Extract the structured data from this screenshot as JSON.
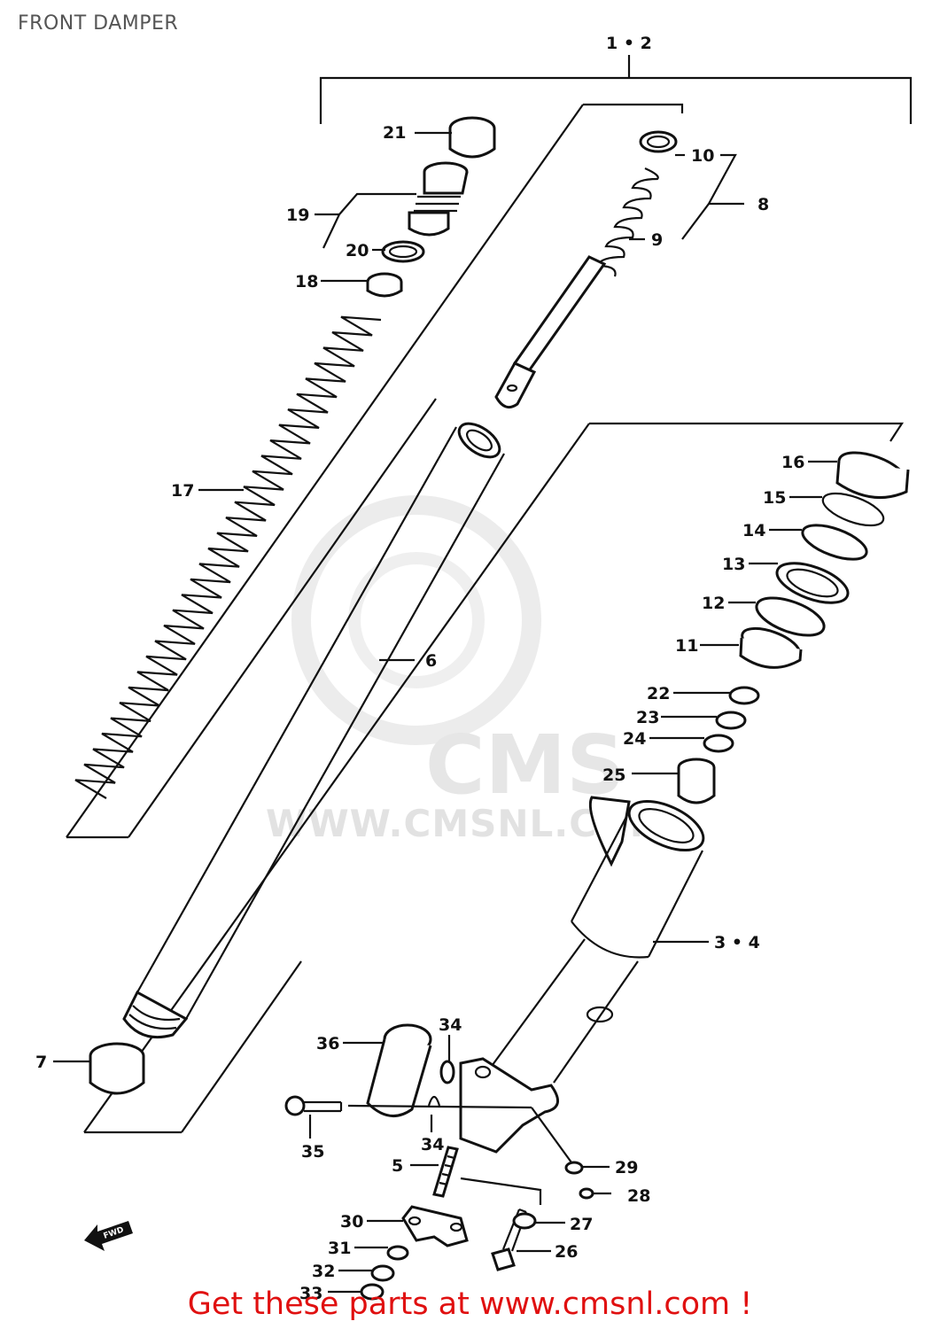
{
  "header": {
    "title": "FRONT DAMPER"
  },
  "watermark": {
    "brand": "CMS",
    "url": "WWW.CMSNL.COM"
  },
  "footer": {
    "text": "Get these parts at www.cmsnl.com !"
  },
  "direction_badge": "FWD",
  "callouts": [
    {
      "id": "c1-2",
      "label": "1 • 2"
    },
    {
      "id": "c3-4",
      "label": "3 • 4"
    },
    {
      "id": "c5",
      "label": "5"
    },
    {
      "id": "c6",
      "label": "6"
    },
    {
      "id": "c7",
      "label": "7"
    },
    {
      "id": "c8",
      "label": "8"
    },
    {
      "id": "c9",
      "label": "9"
    },
    {
      "id": "c10",
      "label": "10"
    },
    {
      "id": "c11",
      "label": "11"
    },
    {
      "id": "c12",
      "label": "12"
    },
    {
      "id": "c13",
      "label": "13"
    },
    {
      "id": "c14",
      "label": "14"
    },
    {
      "id": "c15",
      "label": "15"
    },
    {
      "id": "c16",
      "label": "16"
    },
    {
      "id": "c17",
      "label": "17"
    },
    {
      "id": "c18",
      "label": "18"
    },
    {
      "id": "c19",
      "label": "19"
    },
    {
      "id": "c20",
      "label": "20"
    },
    {
      "id": "c21",
      "label": "21"
    },
    {
      "id": "c22",
      "label": "22"
    },
    {
      "id": "c23",
      "label": "23"
    },
    {
      "id": "c24",
      "label": "24"
    },
    {
      "id": "c25",
      "label": "25"
    },
    {
      "id": "c26",
      "label": "26"
    },
    {
      "id": "c27",
      "label": "27"
    },
    {
      "id": "c28",
      "label": "28"
    },
    {
      "id": "c29",
      "label": "29"
    },
    {
      "id": "c30",
      "label": "30"
    },
    {
      "id": "c31",
      "label": "31"
    },
    {
      "id": "c32",
      "label": "32"
    },
    {
      "id": "c33",
      "label": "33"
    },
    {
      "id": "c34a",
      "label": "34"
    },
    {
      "id": "c34b",
      "label": "34"
    },
    {
      "id": "c35",
      "label": "35"
    },
    {
      "id": "c36",
      "label": "36"
    }
  ]
}
